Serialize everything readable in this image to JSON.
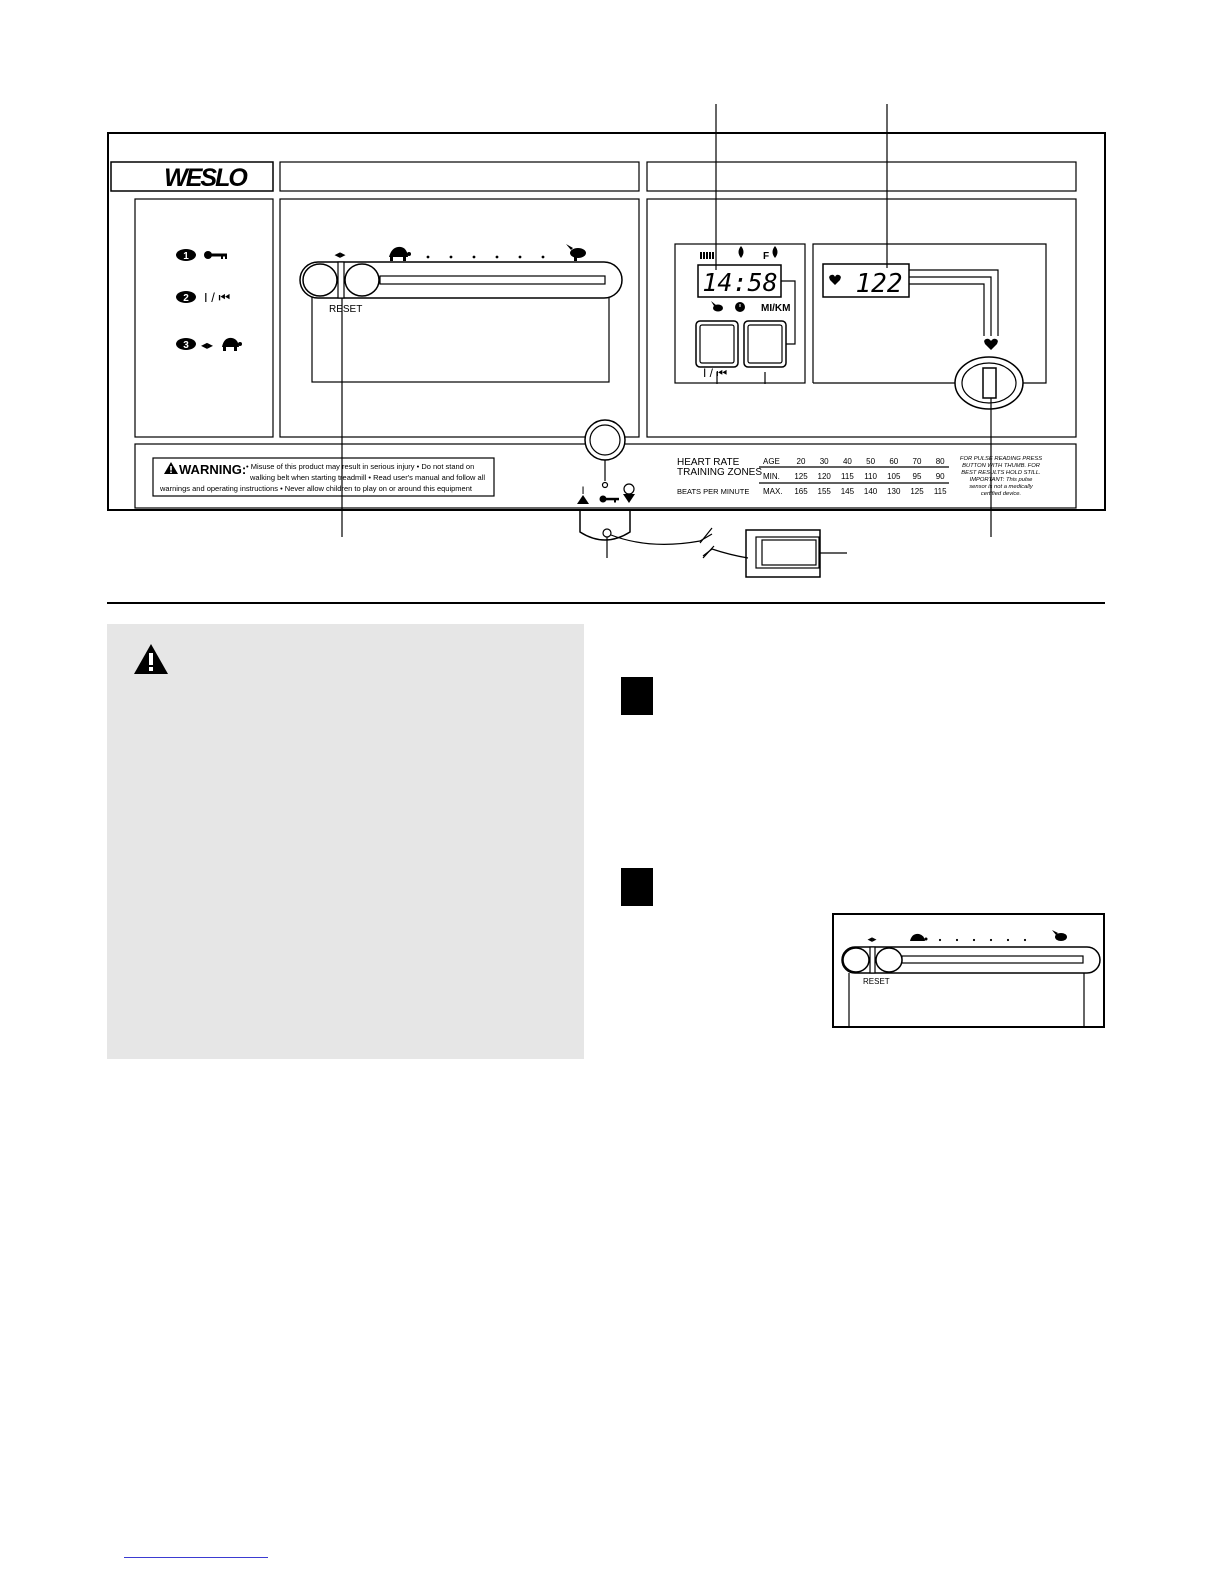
{
  "console": {
    "brand": "WESLO",
    "steps": [
      {
        "number": "1",
        "icon": "key-icon"
      },
      {
        "number": "2",
        "symbol": "I / ⏮"
      },
      {
        "number": "3",
        "symbol": "◂▸",
        "icon": "tortoise-icon"
      }
    ],
    "reset_label": "RESET",
    "speed_arrows": "◂▸",
    "display": {
      "time_value": "14:58",
      "heart_rate_value": "122",
      "mi_km_label": "MI/KM",
      "f_label": "F",
      "start_symbol": "I / ⏮"
    },
    "warning": {
      "label": "WARNING:",
      "text_line1": "• Misuse of this product may result in serious injury • Do not stand on",
      "text_line2": "walking belt when starting treadmill • Read user's manual and follow all",
      "text_line3": "warnings and operating instructions • Never allow children to play on or around this equipment"
    },
    "key_switch": {
      "on": "I",
      "off": "O"
    },
    "zones": {
      "title_line1": "HEART RATE",
      "title_line2": "TRAINING ZONES",
      "bpm_label": "BEATS PER MINUTE",
      "age_label": "AGE",
      "min_label": "MIN.",
      "max_label": "MAX.",
      "ages": [
        "20",
        "30",
        "40",
        "50",
        "60",
        "70",
        "80"
      ],
      "min": [
        "125",
        "120",
        "115",
        "110",
        "105",
        "95",
        "90"
      ],
      "max": [
        "165",
        "155",
        "145",
        "140",
        "130",
        "125",
        "115"
      ]
    },
    "pulse_note": {
      "line1": "FOR PULSE READING PRESS",
      "line2": "BUTTON WITH THUMB. FOR",
      "line3": "BEST RESULTS HOLD STILL.",
      "line4": "IMPORTANT: This pulse",
      "line5": "sensor is not a medically",
      "line6": "certified device."
    }
  },
  "inset": {
    "reset_label": "RESET",
    "speed_arrows": "◂▸"
  }
}
